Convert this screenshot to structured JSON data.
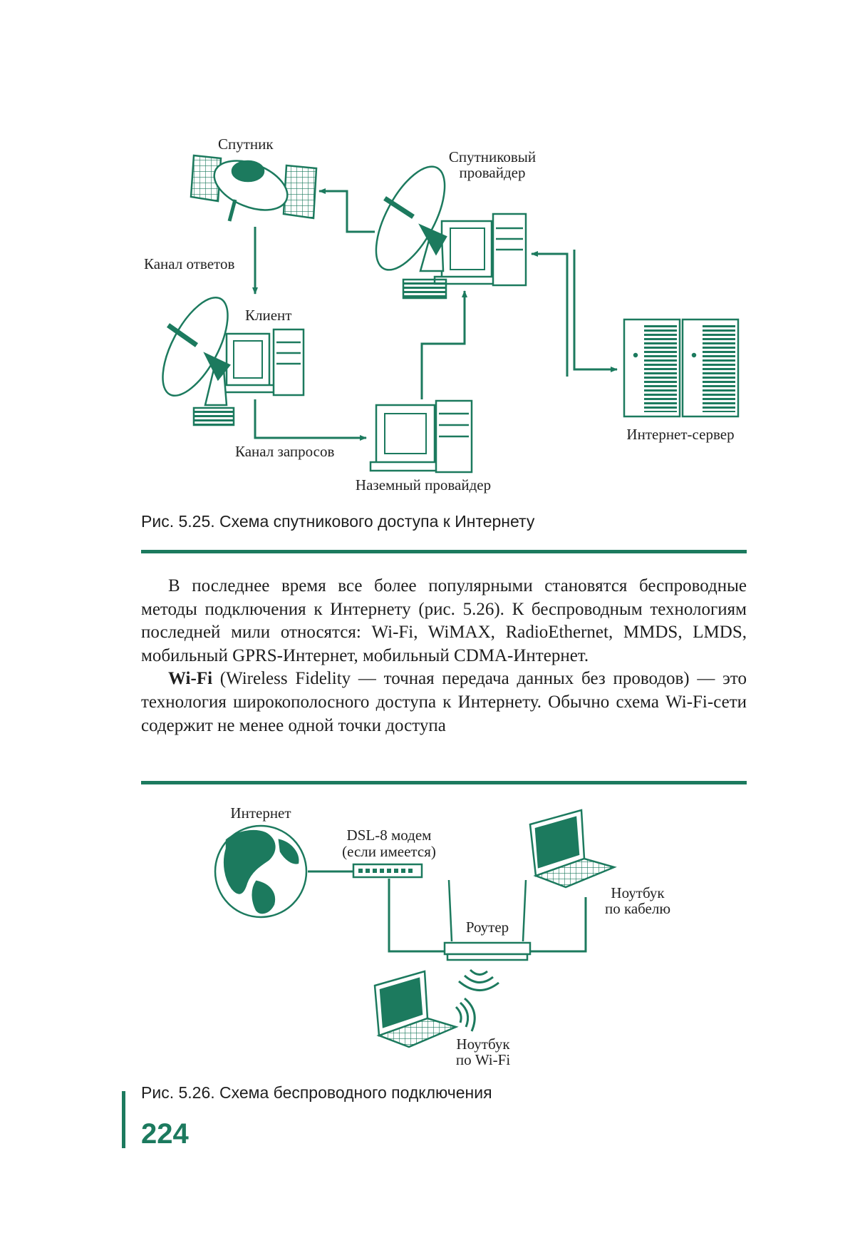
{
  "figure1": {
    "labels": {
      "satellite": "Спутник",
      "sat_provider_l1": "Спутниковый",
      "sat_provider_l2": "провайдер",
      "answer_channel": "Канал ответов",
      "client": "Клиент",
      "request_channel": "Канал запросов",
      "ground_provider": "Наземный провайдер",
      "internet_server": "Интернет-сервер"
    },
    "caption": "Рис. 5.25. Схема спутникового доступа к Интернету"
  },
  "body": {
    "p1": "В последнее время все более популярными становятся беспроводные методы подключения к Интернету (рис. 5.26). К беспроводным технологиям последней мили относятся: Wi-Fi, WiMAX, RadioEthernet, MMDS, LMDS, мобильный GPRS-Интернет, мобильный CDMA-Интернет.",
    "p2_term": "Wi-Fi",
    "p2_rest": " (Wireless Fidelity — точная передача данных без проводов) — это технология широкополосного доступа к Интернету. Обычно схема Wi-Fi-сети содержит не менее одной точки доступа"
  },
  "figure2": {
    "labels": {
      "internet": "Интернет",
      "modem_l1": "DSL-8 модем",
      "modem_l2": "(если имеется)",
      "router": "Роутер",
      "laptop_cable_l1": "Ноутбук",
      "laptop_cable_l2": "по кабелю",
      "laptop_wifi_l1": "Ноутбук",
      "laptop_wifi_l2": "по Wi-Fi"
    },
    "caption": "Рис. 5.26. Схема беспроводного подключения"
  },
  "page_number": "224",
  "colors": {
    "accent": "#1c7a5e",
    "text": "#1e1e1e"
  }
}
